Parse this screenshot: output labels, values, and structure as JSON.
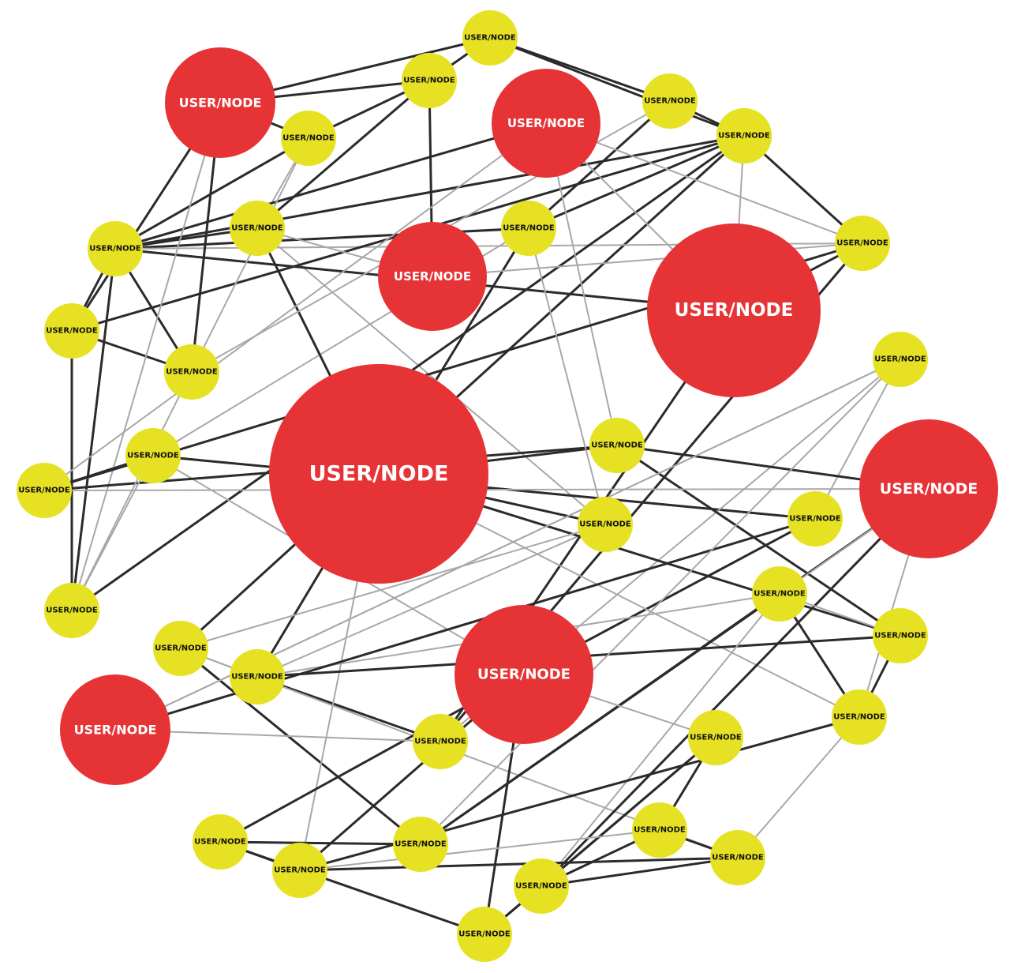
{
  "diagram": {
    "node_label": "USER/NODE",
    "colors": {
      "major_node": "#e63336",
      "minor_node": "#e6e223",
      "strong_edge": "#2b2b2b",
      "weak_edge": "#a8a8a8",
      "background": "#ffffff"
    },
    "node_kinds": [
      "major",
      "minor"
    ],
    "edge_kinds": [
      "strong",
      "weak"
    ],
    "nodes": [
      {
        "id": "m1",
        "kind": "major"
      },
      {
        "id": "m2",
        "kind": "major"
      },
      {
        "id": "m3",
        "kind": "major"
      },
      {
        "id": "m4",
        "kind": "major"
      },
      {
        "id": "m5",
        "kind": "major"
      },
      {
        "id": "m6",
        "kind": "major"
      },
      {
        "id": "m7",
        "kind": "major"
      },
      {
        "id": "m8",
        "kind": "major"
      },
      {
        "id": "y1",
        "kind": "minor"
      },
      {
        "id": "y2",
        "kind": "minor"
      },
      {
        "id": "y3",
        "kind": "minor"
      },
      {
        "id": "y4",
        "kind": "minor"
      },
      {
        "id": "y5",
        "kind": "minor"
      },
      {
        "id": "y6",
        "kind": "minor"
      },
      {
        "id": "y7",
        "kind": "minor"
      },
      {
        "id": "y8",
        "kind": "minor"
      },
      {
        "id": "y9",
        "kind": "minor"
      },
      {
        "id": "y10",
        "kind": "minor"
      },
      {
        "id": "y11",
        "kind": "minor"
      },
      {
        "id": "y12",
        "kind": "minor"
      },
      {
        "id": "y13",
        "kind": "minor"
      },
      {
        "id": "y14",
        "kind": "minor"
      },
      {
        "id": "y15",
        "kind": "minor"
      },
      {
        "id": "y16",
        "kind": "minor"
      },
      {
        "id": "y17",
        "kind": "minor"
      },
      {
        "id": "y18",
        "kind": "minor"
      },
      {
        "id": "y19",
        "kind": "minor"
      },
      {
        "id": "y20",
        "kind": "minor"
      },
      {
        "id": "y21",
        "kind": "minor"
      },
      {
        "id": "y22",
        "kind": "minor"
      },
      {
        "id": "y23",
        "kind": "minor"
      },
      {
        "id": "y24",
        "kind": "minor"
      },
      {
        "id": "y25",
        "kind": "minor"
      },
      {
        "id": "y26",
        "kind": "minor"
      },
      {
        "id": "y27",
        "kind": "minor"
      },
      {
        "id": "y28",
        "kind": "minor"
      },
      {
        "id": "y29",
        "kind": "minor"
      },
      {
        "id": "y30",
        "kind": "minor"
      },
      {
        "id": "y31",
        "kind": "minor"
      },
      {
        "id": "y32",
        "kind": "minor"
      },
      {
        "id": "y33",
        "kind": "minor"
      }
    ],
    "edges": [
      [
        "y1",
        "y2",
        "strong"
      ],
      [
        "y1",
        "y4",
        "strong"
      ],
      [
        "y1",
        "y3",
        "strong"
      ],
      [
        "y1",
        "m1",
        "strong"
      ],
      [
        "y2",
        "m1",
        "strong"
      ],
      [
        "y2",
        "m3",
        "strong"
      ],
      [
        "y2",
        "y5",
        "strong"
      ],
      [
        "y2",
        "y7",
        "strong"
      ],
      [
        "y3",
        "y4",
        "strong"
      ],
      [
        "y3",
        "y6",
        "strong"
      ],
      [
        "y4",
        "y6",
        "strong"
      ],
      [
        "y4",
        "y19",
        "strong"
      ],
      [
        "y5",
        "m1",
        "strong"
      ],
      [
        "y5",
        "y8",
        "strong"
      ],
      [
        "y5",
        "y7",
        "weak"
      ],
      [
        "y6",
        "y8",
        "strong"
      ],
      [
        "y6",
        "m4",
        "strong"
      ],
      [
        "y6",
        "y14",
        "weak"
      ],
      [
        "y7",
        "y8",
        "strong"
      ],
      [
        "y7",
        "m4",
        "strong"
      ],
      [
        "y7",
        "y16",
        "weak"
      ],
      [
        "y8",
        "m2",
        "strong"
      ],
      [
        "y8",
        "m5",
        "strong"
      ],
      [
        "y8",
        "y12",
        "strong"
      ],
      [
        "y8",
        "y9",
        "strong"
      ],
      [
        "y8",
        "y10",
        "strong"
      ],
      [
        "y8",
        "y11",
        "strong"
      ],
      [
        "y8",
        "y13",
        "weak"
      ],
      [
        "y9",
        "y12",
        "strong"
      ],
      [
        "y9",
        "y10",
        "strong"
      ],
      [
        "y9",
        "y13",
        "strong"
      ],
      [
        "y9",
        "m5",
        "weak"
      ],
      [
        "y10",
        "y11",
        "strong"
      ],
      [
        "y10",
        "y12",
        "strong"
      ],
      [
        "m1",
        "y10",
        "strong"
      ],
      [
        "m1",
        "y11",
        "strong"
      ],
      [
        "m1",
        "y12",
        "weak"
      ],
      [
        "m2",
        "y13",
        "weak"
      ],
      [
        "m2",
        "m5",
        "weak"
      ],
      [
        "m2",
        "y15",
        "weak"
      ],
      [
        "m2",
        "y20",
        "weak"
      ],
      [
        "y13",
        "m5",
        "strong"
      ],
      [
        "y13",
        "y15",
        "strong"
      ],
      [
        "y13",
        "y17",
        "strong"
      ],
      [
        "y14",
        "y15",
        "strong"
      ],
      [
        "y14",
        "y18",
        "strong"
      ],
      [
        "y14",
        "m7",
        "weak"
      ],
      [
        "y15",
        "y20",
        "strong"
      ],
      [
        "y16",
        "m4",
        "strong"
      ],
      [
        "y16",
        "y22",
        "weak"
      ],
      [
        "y17",
        "y22",
        "strong"
      ],
      [
        "y17",
        "m5",
        "strong"
      ],
      [
        "y17",
        "y23",
        "weak"
      ],
      [
        "y18",
        "m7",
        "strong"
      ],
      [
        "y18",
        "y23",
        "weak"
      ],
      [
        "y19",
        "y24",
        "strong"
      ],
      [
        "y19",
        "y29",
        "weak"
      ],
      [
        "m4",
        "y20",
        "strong"
      ],
      [
        "m4",
        "y21",
        "strong"
      ],
      [
        "m4",
        "y22",
        "strong"
      ],
      [
        "m4",
        "y26",
        "weak"
      ],
      [
        "m4",
        "y28",
        "weak"
      ],
      [
        "y20",
        "y21",
        "strong"
      ],
      [
        "y20",
        "m6",
        "strong"
      ],
      [
        "y21",
        "y22",
        "strong"
      ],
      [
        "y21",
        "y26",
        "strong"
      ],
      [
        "y22",
        "y25",
        "weak"
      ],
      [
        "y23",
        "m8",
        "weak"
      ],
      [
        "m6",
        "y24",
        "strong"
      ],
      [
        "m6",
        "y25",
        "weak"
      ],
      [
        "m6",
        "y30",
        "strong"
      ],
      [
        "m6",
        "y26",
        "weak"
      ],
      [
        "y24",
        "y25",
        "strong"
      ],
      [
        "y24",
        "y27",
        "strong"
      ],
      [
        "y25",
        "y26",
        "strong"
      ],
      [
        "y25",
        "y30",
        "weak"
      ],
      [
        "y26",
        "y28",
        "strong"
      ],
      [
        "y26",
        "y29",
        "weak"
      ],
      [
        "m7",
        "y27",
        "strong"
      ],
      [
        "m7",
        "y28",
        "strong"
      ],
      [
        "m7",
        "y31",
        "strong"
      ],
      [
        "m7",
        "y33",
        "weak"
      ],
      [
        "y27",
        "y28",
        "strong"
      ],
      [
        "y27",
        "y31",
        "strong"
      ],
      [
        "y28",
        "y29",
        "strong"
      ],
      [
        "y29",
        "y30",
        "strong"
      ],
      [
        "y29",
        "y32",
        "strong"
      ],
      [
        "y30",
        "y31",
        "strong"
      ],
      [
        "y30",
        "y32",
        "strong"
      ],
      [
        "y30",
        "y33",
        "strong"
      ],
      [
        "y31",
        "y33",
        "strong"
      ],
      [
        "y32",
        "y33",
        "strong"
      ],
      [
        "y17",
        "m8",
        "weak"
      ],
      [
        "y18",
        "m8",
        "strong"
      ],
      [
        "m8",
        "y23",
        "weak"
      ],
      [
        "y15",
        "m6",
        "weak"
      ],
      [
        "y9",
        "y4",
        "weak"
      ],
      [
        "y11",
        "y3",
        "weak"
      ],
      [
        "y12",
        "y14",
        "weak"
      ],
      [
        "y19",
        "y22",
        "weak"
      ],
      [
        "y21",
        "y25",
        "weak"
      ],
      [
        "y23",
        "y24",
        "weak"
      ],
      [
        "y16",
        "y19",
        "weak"
      ],
      [
        "m3",
        "y7",
        "weak"
      ],
      [
        "m3",
        "y13",
        "weak"
      ],
      [
        "y6",
        "y16",
        "weak"
      ],
      [
        "y5",
        "y12",
        "weak"
      ],
      [
        "y28",
        "y32",
        "weak"
      ]
    ]
  }
}
